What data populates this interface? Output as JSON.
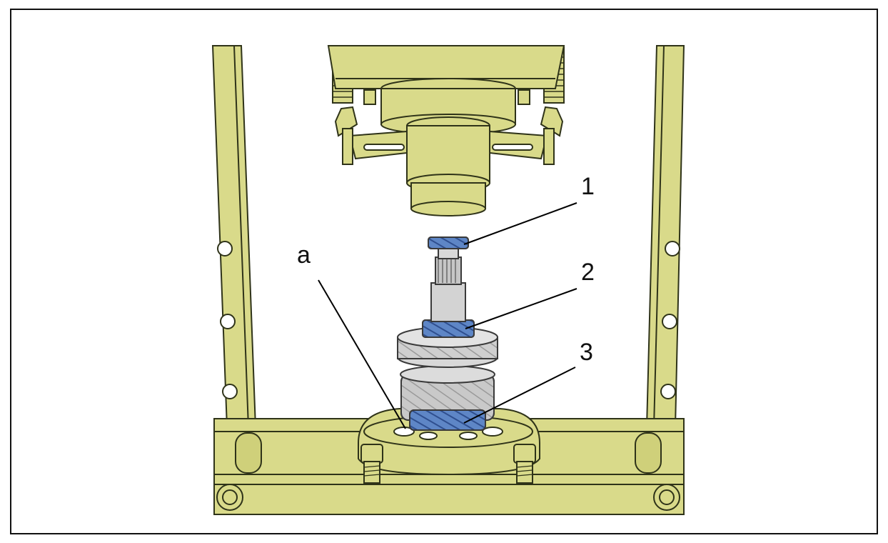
{
  "callouts": {
    "one": "1",
    "two": "2",
    "three": "3",
    "a": "a"
  },
  "colors": {
    "frame_fill": "#d9da8a",
    "outline": "#2f3319",
    "shaft_fill": "#d3d3d3",
    "gear_grey": "#c9c9c9",
    "bearing_blue": "#5e86c6",
    "bearing_dark": "#2f4f8f",
    "leader": "#000000"
  }
}
